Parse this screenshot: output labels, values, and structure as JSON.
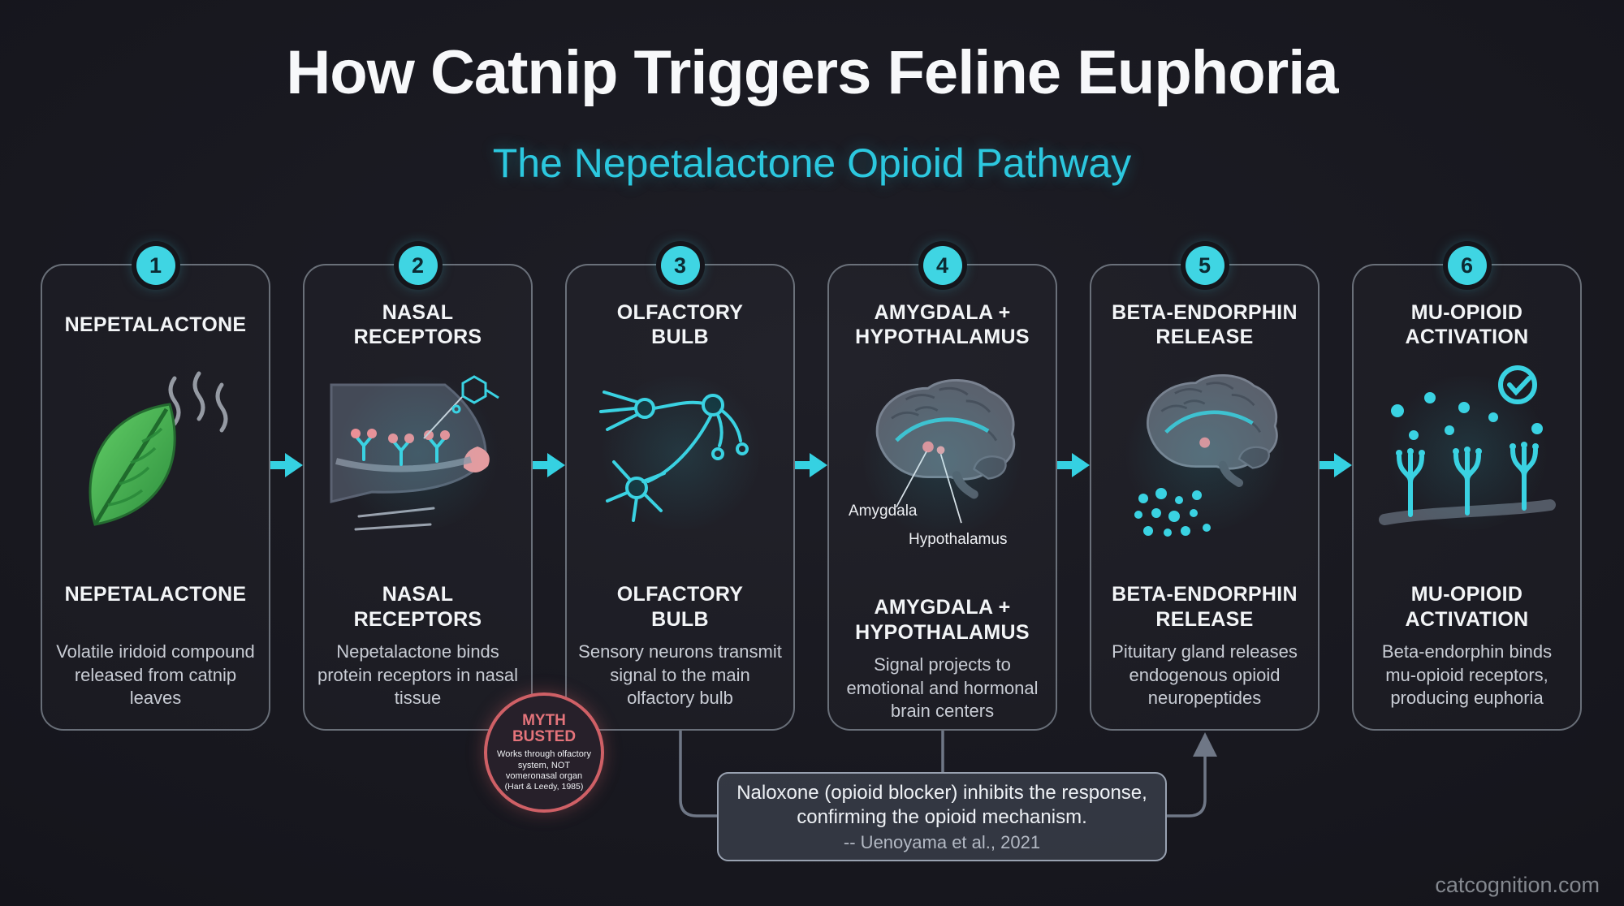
{
  "header": {
    "title": "How Catnip Triggers Feline Euphoria",
    "subtitle": "The Nepetalactone Opioid Pathway"
  },
  "steps": [
    {
      "number": "1",
      "title": "NEPETALACTONE",
      "icon": "catnip-leaf-icon",
      "description": "Volatile iridoid compound released from catnip leaves"
    },
    {
      "number": "2",
      "title": "NASAL\nRECEPTORS",
      "icon": "nasal-receptors-icon",
      "description": "Nepetalactone binds protein receptors in nasal tissue"
    },
    {
      "number": "3",
      "title": "OLFACTORY\nBULB",
      "icon": "olfactory-neurons-icon",
      "description": "Sensory neurons transmit signal to the main olfactory bulb"
    },
    {
      "number": "4",
      "title": "AMYGDALA +\nHYPOTHALAMUS",
      "icon": "brain-icon",
      "description": "Signal projects to emotional and hormonal brain centers",
      "labels": {
        "amygdala": "Amygdala",
        "hypothalamus": "Hypothalamus"
      }
    },
    {
      "number": "5",
      "title": "BETA-ENDORPHIN\nRELEASE",
      "icon": "brain-endorphin-icon",
      "description": "Pituitary gland releases endogenous opioid neuropeptides"
    },
    {
      "number": "6",
      "title": "MU-OPIOID\nACTIVATION",
      "icon": "mu-opioid-receptors-icon",
      "description": "Beta-endorphin binds mu-opioid receptors, producing euphoria"
    }
  ],
  "myth_busted": {
    "title": "MYTH\nBUSTED",
    "body": "Works through olfactory system, NOT vomeronasal organ",
    "citation": "(Hart & Leedy, 1985)"
  },
  "callout": {
    "text_line1": "Naloxone (opioid blocker) inhibits the response,",
    "text_line2": "confirming the opioid mechanism.",
    "attribution": "-- Uenoyama et al., 2021"
  },
  "watermark": "catcognition.com",
  "colors": {
    "background": "#16161d",
    "accent_cyan": "#3ad2e2",
    "card_border": "#949ca8",
    "text_primary": "#f3f5f7",
    "text_secondary": "#c8ccd4",
    "myth_red": "#cf6066",
    "callout_border": "#99a2b1"
  }
}
